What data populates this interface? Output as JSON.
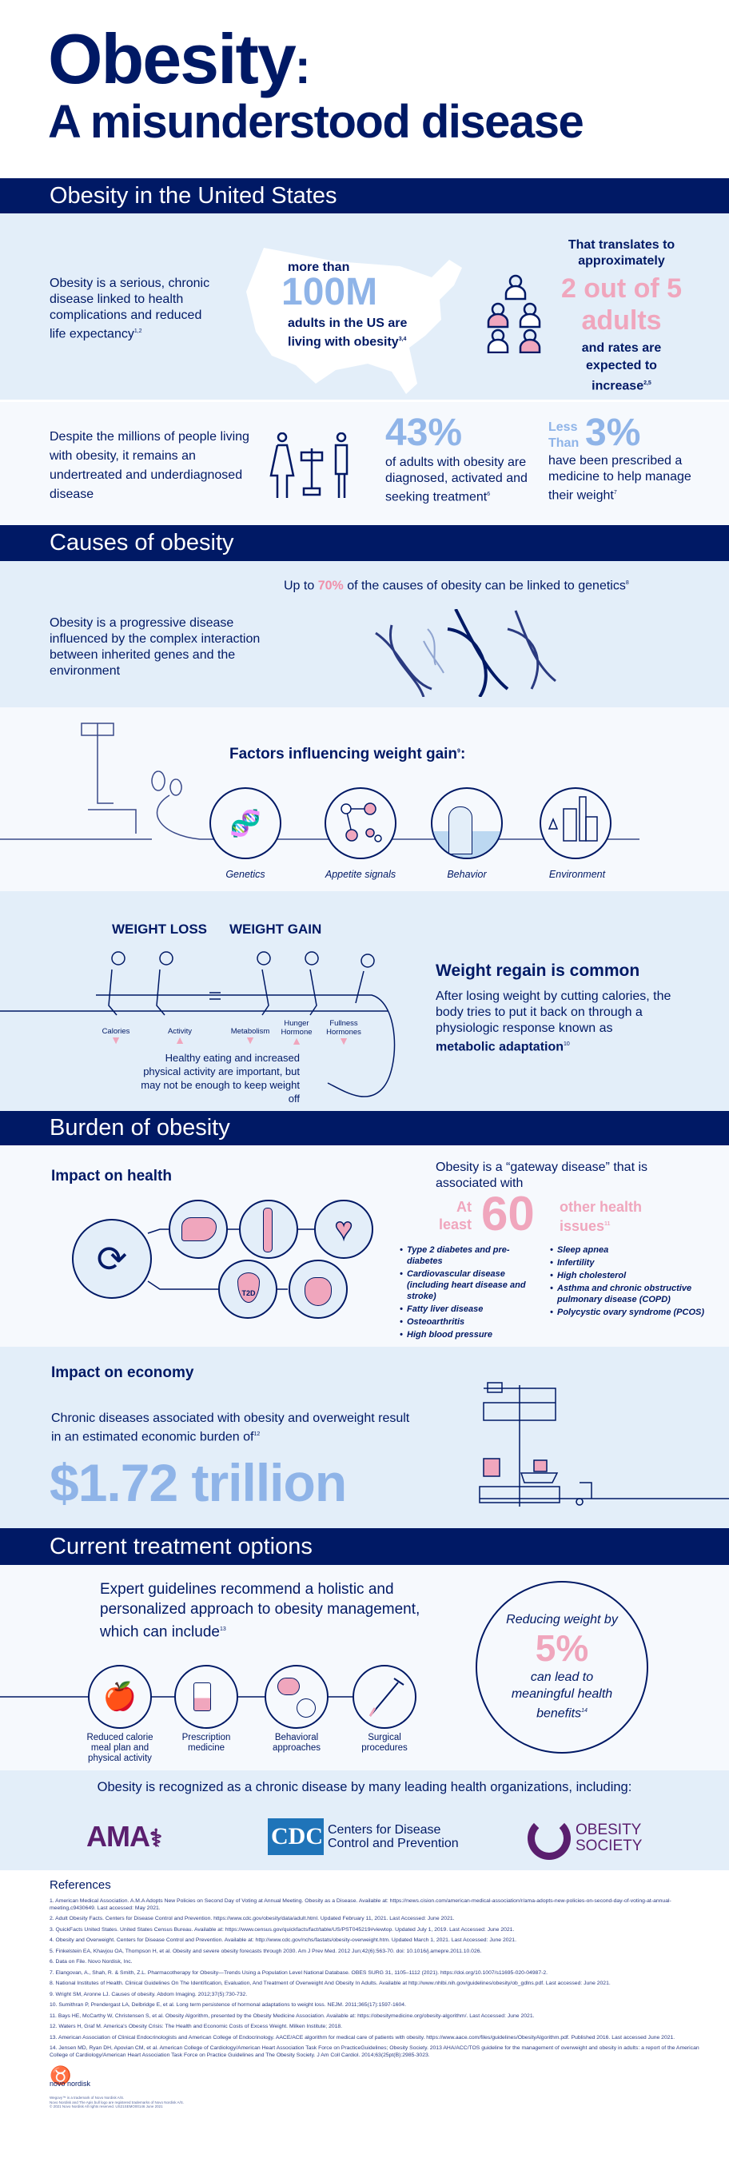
{
  "title": {
    "line1": "Obesity",
    "colon": ":",
    "line2": "A misunderstood disease"
  },
  "sections": {
    "us": {
      "heading": "Obesity in the United States",
      "intro": "Obesity is a serious, chronic disease linked to health complications and reduced life expectancy",
      "intro_ref": "1,2",
      "more_than": "more than",
      "count": "100M",
      "count_caption": "adults in the US are living with obesity",
      "count_ref": "3,4",
      "translates": "That translates to approximately",
      "ratio": "2 out of 5 adults",
      "rates": "and rates are expected to increase",
      "rates_ref": "2,5",
      "despite": "Despite the millions of people living with obesity, it remains an undertreated and underdiagnosed disease",
      "pct43": "43%",
      "pct43_caption": "of adults with obesity are diagnosed, activated and seeking treatment",
      "pct43_ref": "6",
      "less_than": "Less Than",
      "pct3": "3%",
      "pct3_caption": "have been prescribed a medicine to help manage their weight",
      "pct3_ref": "7"
    },
    "causes": {
      "heading": "Causes of obesity",
      "genetics_pre": "Up to",
      "genetics_pct": "70%",
      "genetics_post": "of the causes of obesity can be linked to genetics",
      "genetics_ref": "8",
      "progressive": "Obesity is a progressive disease influenced by the complex interaction between inherited genes and the environment",
      "factors_title": "Factors influencing weight gain",
      "factors_ref": "9",
      "factors_colon": ":",
      "factors": [
        "Genetics",
        "Appetite signals",
        "Behavior",
        "Environment"
      ],
      "weight_loss": "WEIGHT LOSS",
      "weight_gain": "WEIGHT GAIN",
      "rope_labels": [
        {
          "label": "Calories",
          "direction": "down"
        },
        {
          "label": "Activity",
          "direction": "up"
        },
        {
          "label": "Metabolism",
          "direction": "down"
        },
        {
          "label": "Hunger Hormone",
          "direction": "up"
        },
        {
          "label": "Fullness Hormones",
          "direction": "down"
        }
      ],
      "healthy_eating": "Healthy eating and increased physical activity are important, but may not be enough to keep weight off",
      "regain_title": "Weight regain is common",
      "regain_text": "After losing weight by cutting calories, the body tries to put it back on through a physiologic response known as",
      "regain_bold": "metabolic adaptation",
      "regain_ref": "10"
    },
    "burden": {
      "heading": "Burden of obesity",
      "health_title": "Impact on health",
      "gateway": "Obesity is a “gateway disease” that is associated with",
      "at_least": "At least",
      "sixty": "60",
      "other_issues": "other health issues",
      "issues_ref": "11",
      "list_left": [
        "Type 2 diabetes and pre-diabetes",
        "Cardiovascular disease (including heart disease and stroke)",
        "Fatty liver disease",
        "Osteoarthritis",
        "High blood pressure"
      ],
      "list_right": [
        "Sleep apnea",
        "Infertility",
        "High cholesterol",
        "Asthma and chronic obstructive pulmonary disease (COPD)",
        "Polycystic ovary syndrome (PCOS)"
      ],
      "t2d": "T2D",
      "economy_title": "Impact on economy",
      "economy_text": "Chronic diseases associated with obesity and overweight result in an estimated economic burden of",
      "economy_ref": "12",
      "economy_value": "$1.72 trillion"
    },
    "treatment": {
      "heading": "Current treatment options",
      "intro": "Expert guidelines recommend a holistic and personalized approach to obesity management, which can include",
      "intro_ref": "13",
      "options": [
        "Reduced calorie meal plan and physical activity",
        "Prescription medicine",
        "Behavioral approaches",
        "Surgical procedures"
      ],
      "reducing": "Reducing weight by",
      "pct5": "5%",
      "benefits": "can lead to meaningful health benefits",
      "benefits_ref": "14"
    },
    "orgs": {
      "text": "Obesity is recognized as a chronic disease by many leading health organizations, including:",
      "ama": "AMA",
      "cdc": "CDC",
      "cdc_name": "Centers for Disease Control and Prevention",
      "obesity_society_1": "OBESITY",
      "obesity_society_2": "SOCIETY"
    }
  },
  "references": {
    "heading": "References",
    "items": [
      "1. American Medical Association. A.M.A Adopts New Policies on Second Day of Voting at Annual Meeting. Obesity as a Disease. Available at: https://news.cision.com/american-medical-association/r/ama-adopts-new-policies-on-second-day-of-voting-at-annual-meeting,c9430649. Last accessed: May 2021.",
      "2. Adult Obesity Facts. Centers for Disease Control and Prevention. https://www.cdc.gov/obesity/data/adult.html. Updated February 11, 2021. Last Accessed: June 2021.",
      "3. QuickFacts United States. United States Census Bureau. Available at: https://www.census.gov/quickfacts/fact/table/US/PST045219#viewtop. Updated July 1, 2019. Last Accessed: June 2021.",
      "4. Obesity and Overweight. Centers for Disease Control and Prevention. Available at: http://www.cdc.gov/nchs/fastats/obesity-overweight.htm. Updated March 1, 2021. Last Accessed: June 2021.",
      "5. Finkelstein EA, Khavjou OA, Thompson H, et al. Obesity and severe obesity forecasts through 2030. Am J Prev Med. 2012 Jun;42(6):563-70. doi: 10.1016/j.amepre.2011.10.026.",
      "6. Data on File. Novo Nordisk, Inc.",
      "7. Elangovan, A., Shah, R. & Smith, Z.L. Pharmacotherapy for Obesity—Trends Using a Population Level National Database. OBES SURG 31, 1105–1112 (2021). https://doi.org/10.1007/s11695-020-04987-2.",
      "8. National Institutes of Health. Clinical Guidelines On The Identification, Evaluation, And Treatment of Overweight And Obesity In Adults. Available at http://www.nhlbi.nih.gov/guidelines/obesity/ob_gdlns.pdf. Last accessed: June 2021.",
      "9. Wright SM, Aronne LJ. Causes of obesity. Abdom Imaging. 2012;37(5):730-732.",
      "10. Sumithran P, Prendergast LA, Delbridge E, et al. Long term persistence of hormonal adaptations to weight loss. NEJM. 2011;365(17):1597-1604.",
      "11. Bays HE, McCarthy W, Christensen S, et al. Obesity Algorithm, presented by the Obesity Medicine Association. Available at: https://obesitymedicine.org/obesity-algorithm/. Last Accessed: June 2021.",
      "12. Waters H, Graf M. America's Obesity Crisis: The Health and Economic Costs of Excess Weight. Milken Institute; 2018.",
      "13. American Association of Clinical Endocrinologists and American College of Endocrinology. AACE/ACE algorithm for medical care of patients with obesity. https://www.aace.com/files/guidelines/ObesityAlgorithm.pdf. Published 2016. Last accessed June 2021.",
      "14. Jensen MD, Ryan DH, Apovian CM, et al. American College of Cardiology/American Heart Association Task Force on PracticeGuidelines; Obesity Society. 2013 AHA/ACC/TOS guideline for the management of overweight and obesity in adults: a report of the American College of Cardiology/American Heart Association Task Force on Practice Guidelines and The Obesity Society. J Am Coll Cardiol. 2014;63(25pt(B):2985-3023."
    ]
  },
  "footer": {
    "brand": "novo nordisk",
    "fine_print": [
      "Wegovy™ is a trademark of Novo Nordisk A/S.",
      "Novo Nordisk and The Apis bull logo are registered trademarks of Novo Nordisk A/S.",
      "© 2021 Novo Nordisk  All rights reserved.   US21SEMO00146   June 2021"
    ]
  },
  "colors": {
    "navy": "#001965",
    "light_blue": "#8fb4e8",
    "pink": "#f0a6bd",
    "section_blue": "#e3eef9",
    "purple": "#5a1e6e",
    "cdc_blue": "#1f74b9"
  }
}
